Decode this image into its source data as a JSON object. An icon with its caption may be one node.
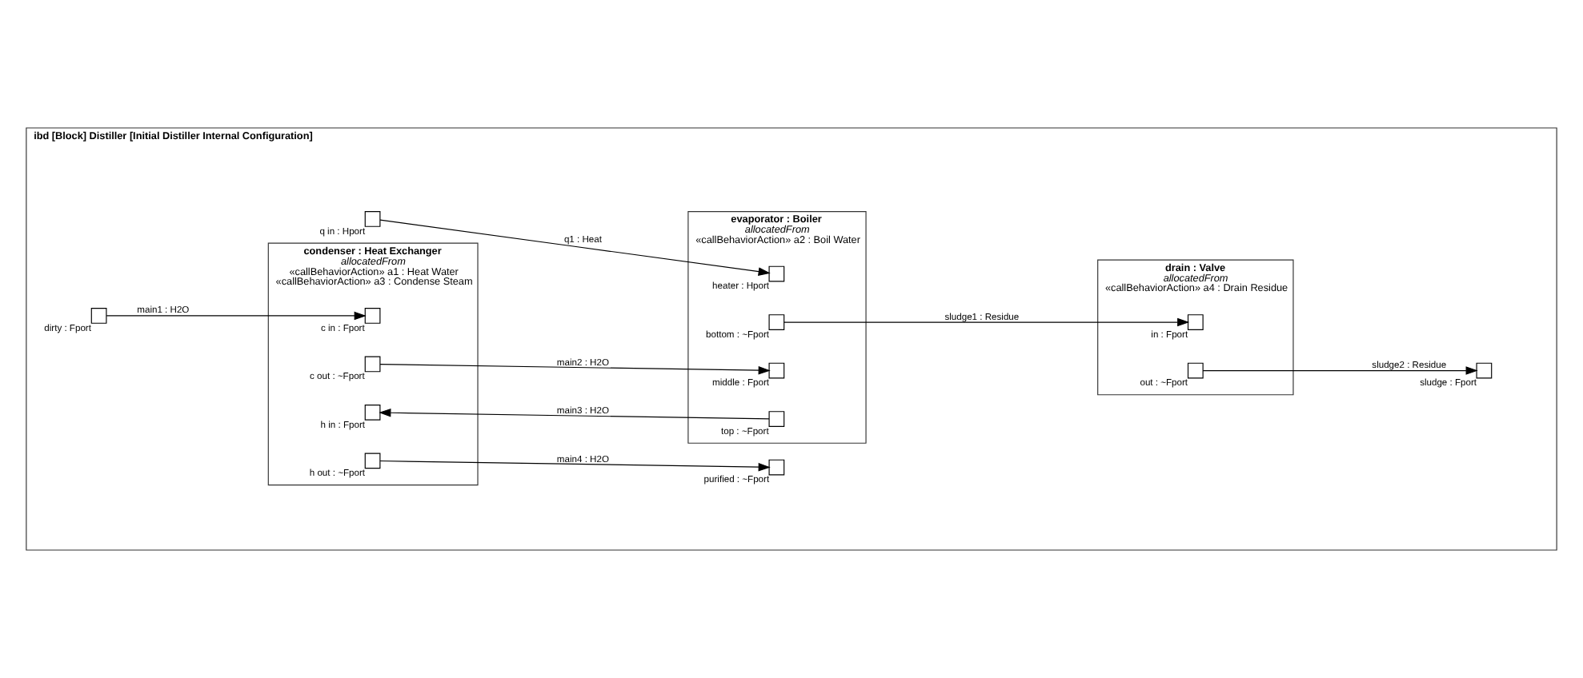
{
  "diagram": {
    "nodes": [
      {
        "text": [
          "ibd [Block] Distiller [Initial Distiller Internal Configuration]"
        ]
      },
      {
        "text": [],
        "shape": "box",
        "beside": [
          "dirty : Fport"
        ],
        "in": 0
      },
      {
        "text": [
          "condenser : Heat Exchanger",
          "allocatedFrom",
          "«callBehaviorAction» a1 : Heat Water",
          "«callBehaviorAction» a3 : Condense Steam"
        ],
        "in": 0
      },
      {
        "text": [],
        "shape": "box",
        "beside": [
          "c in : Fport"
        ],
        "in": 2
      },
      {
        "text": [],
        "shape": "box",
        "beside": [
          "c out : ~Fport"
        ],
        "in": 2
      },
      {
        "text": [],
        "shape": "box",
        "beside": [
          "h out : ~Fport"
        ],
        "in": 2
      },
      {
        "text": [],
        "shape": "box",
        "beside": [
          "h in : Fport"
        ],
        "in": 2
      },
      {
        "text": [
          "evaporator : Boiler",
          "allocatedFrom",
          "«callBehaviorAction» a2 : Boil Water"
        ],
        "in": 0
      },
      {
        "text": [],
        "shape": "box",
        "beside": [
          "middle : Fport"
        ],
        "in": 7
      },
      {
        "text": [],
        "shape": "box",
        "beside": [
          "bottom : ~Fport"
        ],
        "in": 7
      },
      {
        "text": [],
        "shape": "box",
        "beside": [
          "top : ~Fport"
        ],
        "in": 7
      },
      {
        "text": [],
        "shape": "box",
        "beside": [
          "heater : Hport"
        ],
        "in": 7
      },
      {
        "text": [
          "drain : Valve",
          "allocatedFrom",
          "«callBehaviorAction» a4 : Drain Residue"
        ],
        "in": 0
      },
      {
        "text": [],
        "shape": "box",
        "beside": [
          "in : Fport"
        ],
        "in": 12
      },
      {
        "text": [],
        "shape": "box",
        "beside": [
          "out : ~Fport"
        ],
        "in": 12
      },
      {
        "text": [],
        "shape": "box",
        "beside": [
          "sludge : Fport"
        ],
        "in": 0
      },
      {
        "text": [],
        "shape": "box",
        "beside": [
          "purified : ~Fport"
        ],
        "in": 0
      },
      {
        "text": [],
        "shape": "box",
        "beside": [
          "q in : Hport"
        ],
        "in": 0
      }
    ],
    "edges": [
      {
        "from": 1,
        "to": 3,
        "arrow": "to",
        "label": "main1 : H2O"
      },
      {
        "from": 4,
        "to": 8,
        "arrow": "to",
        "label": "main2 : H2O"
      },
      {
        "from": 9,
        "to": 13,
        "arrow": "to",
        "label": "sludge1 : Residue"
      },
      {
        "from": 14,
        "to": 15,
        "arrow": "to",
        "label": "sludge2 : Residue"
      },
      {
        "from": 10,
        "to": 6,
        "arrow": "to",
        "label": "main3 : H2O"
      },
      {
        "from": 5,
        "to": 16,
        "arrow": "to",
        "label": "main4 : H2O"
      },
      {
        "from": 17,
        "to": 11,
        "arrow": "to",
        "label": "q1 : Heat"
      }
    ]
  }
}
